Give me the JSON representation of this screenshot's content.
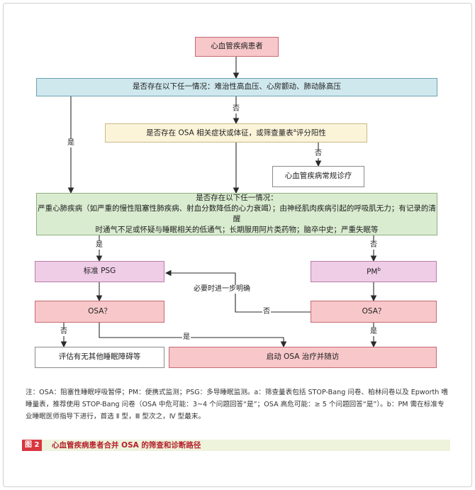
{
  "nodes": {
    "patient": "心血管疾病患者",
    "q1": "是否存在以下任一情况：难治性高血压、心房颤动、肺动脉高压",
    "q2": "是否存在 OSA 相关症状或体征，或筛查量表",
    "q2_sup": "a",
    "q2_tail": "评分阳性",
    "routine": "心血管疾病常规诊疗",
    "q3_line1": "是否存在以下任一情况：",
    "q3_line2": "严重心肺疾病（如严重的慢性阻塞性肺疾病、射血分数降低的心力衰竭）；由神经肌肉疾病引起的呼吸肌无力；有记录的清醒",
    "q3_line3": "时通气不足或怀疑与睡眠相关的低通气；长期服用阿片类药物；脑卒中史；严重失眠等",
    "psg": "标准 PSG",
    "pm": "PM",
    "pm_sup": "b",
    "osa_left": "OSA？",
    "osa_right": "OSA？",
    "evaluate": "评估有无其他睡眠障碍等",
    "start": "启动 OSA 治疗并随访"
  },
  "edge_labels": {
    "no_q1": "否",
    "yes_q1": "是",
    "no_q2": "否",
    "yes_q3_left": "是",
    "no_q3_right": "否",
    "further": "必要时进一步明确",
    "no_osa_right": "否",
    "no_osa_left": "否",
    "yes_osa_left": "是",
    "yes_osa_right": "是"
  },
  "note": "注：OSA：阻塞性睡眠呼吸暂停；PM：便携式监测；PSG：多导睡眠监测。a：筛查量表包括 STOP-Bang 问卷、柏林问卷以及 Epworth 嗜睡量表，推荐使用 STOP-Bang 问卷（OSA 中危可能：3~4 个问题回答“是”；OSA 高危可能：≥ 5 个问题回答“是”）。b：PM 需在标准专业睡眠医师指导下进行，首选 Ⅱ 型，Ⅲ 型次之，Ⅳ 型最末。",
  "figure": {
    "tag": "图 2",
    "caption": "心血管疾病患者合并 OSA 的筛查和诊断路径"
  },
  "colors": {
    "arrow": "#2b2b2b",
    "caption_red": "#b51f2a",
    "tag_red": "#d9363e"
  }
}
